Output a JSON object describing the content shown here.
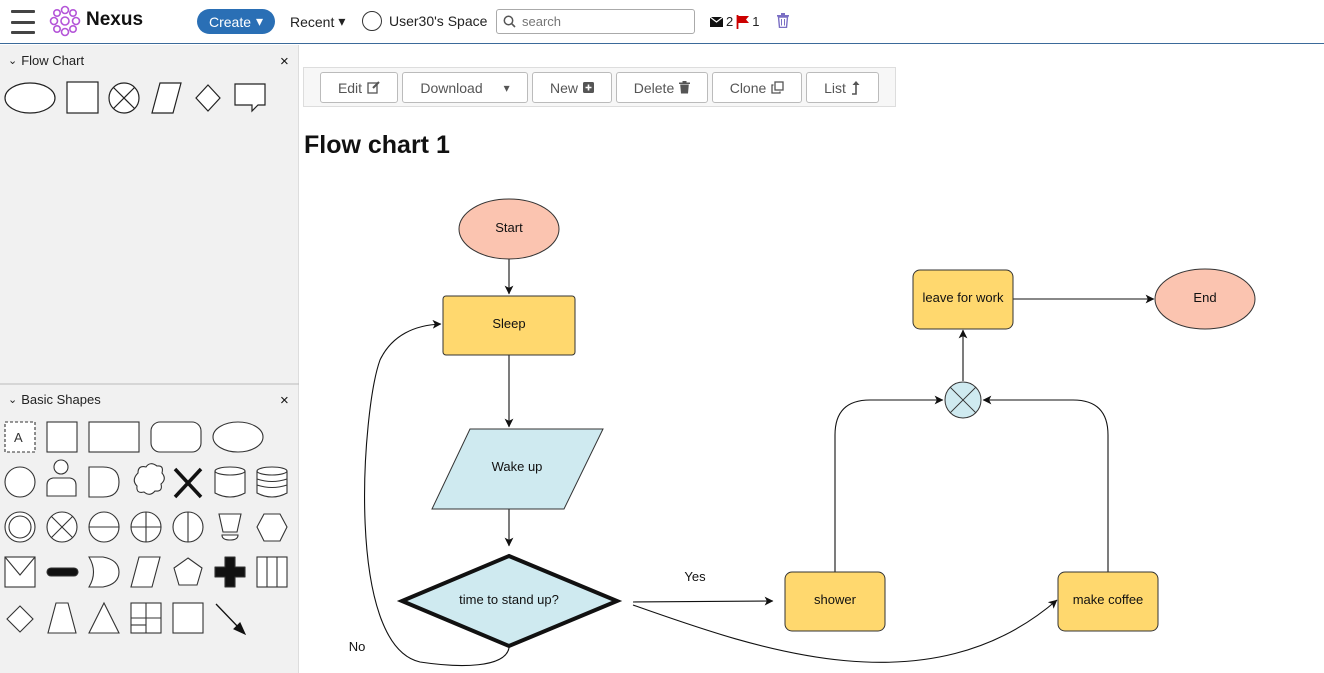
{
  "app": {
    "name": "Nexus",
    "logo_icon": "flower-logo-icon"
  },
  "topbar": {
    "create_label": "Create",
    "recent_label": "Recent",
    "space_label": "User30's Space",
    "search_placeholder": "search",
    "mail_count": "2",
    "flag_count": "1"
  },
  "panels": {
    "flow_chart": {
      "title": "Flow Chart",
      "close": "×"
    },
    "basic_shapes": {
      "title": "Basic Shapes",
      "close": "×",
      "text_shape_label": "A"
    }
  },
  "toolbar": {
    "edit": "Edit",
    "download": "Download",
    "new": "New",
    "delete": "Delete",
    "clone": "Clone",
    "list": "List"
  },
  "page": {
    "title": "Flow chart 1"
  },
  "flowchart": {
    "start": "Start",
    "sleep": "Sleep",
    "wake_up": "Wake up",
    "decision": "time to stand up?",
    "yes": "Yes",
    "no": "No",
    "shower": "shower",
    "make_coffee": "make coffee",
    "leave": "leave for work",
    "end": "End"
  },
  "colors": {
    "terminal": "#fbc4b0",
    "process": "#ffd86e",
    "io": "#cfeaf0",
    "accent": "#2a6fb5"
  }
}
